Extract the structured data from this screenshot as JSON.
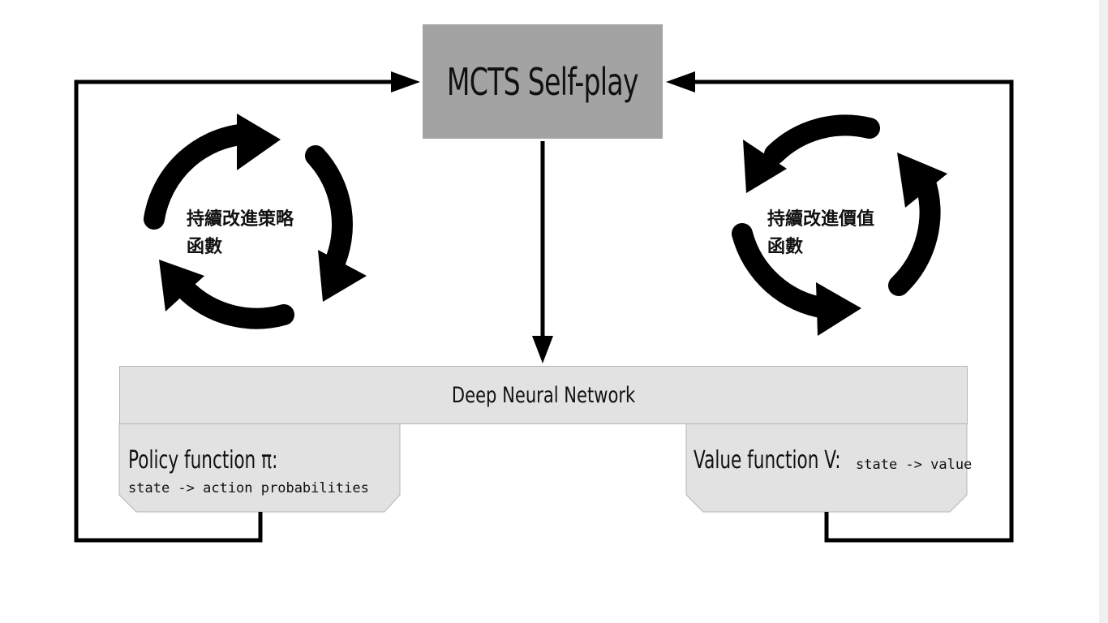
{
  "nodes": {
    "mcts": {
      "label": "MCTS Self-play"
    },
    "network": {
      "label": "Deep Neural Network"
    },
    "policy": {
      "title": "Policy function π:",
      "desc": "state -> action probabilities"
    },
    "value": {
      "title": "Value function V:",
      "desc": "state -> value"
    }
  },
  "cycles": {
    "policy": {
      "line1": "持續改進策略",
      "line2": "函數"
    },
    "value": {
      "line1": "持續改進價值",
      "line2": "函數"
    }
  },
  "colors": {
    "mcts_box": "#a3a3a3",
    "network_box": "#e2e2e2",
    "border": "#b5b5b5",
    "arrow": "#000000"
  },
  "icons": [
    "cycle-arrows-icon",
    "arrow-head-icon"
  ]
}
